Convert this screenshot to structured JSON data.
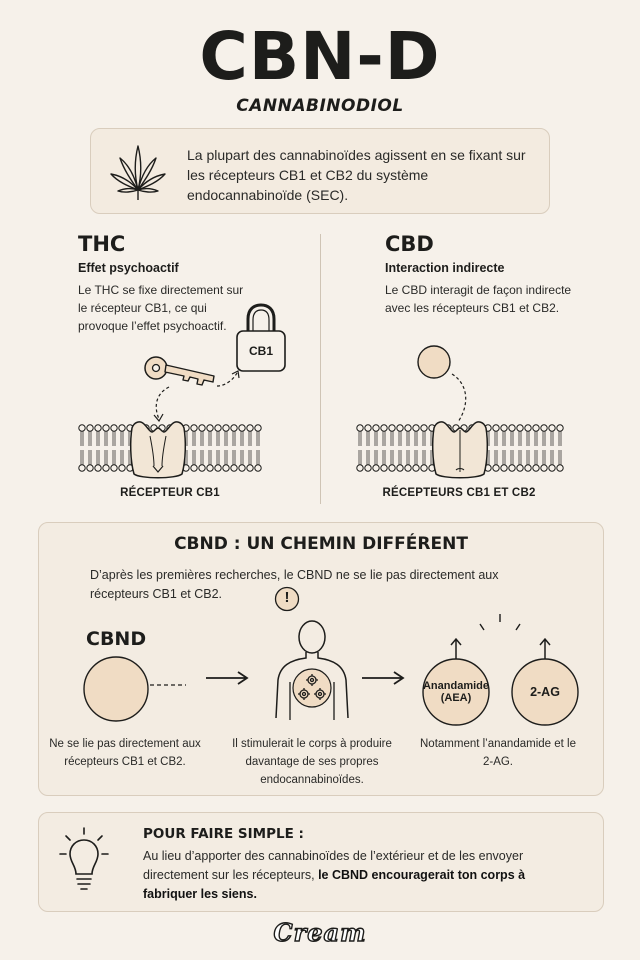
{
  "header": {
    "title": "CBN-D",
    "subtitle": "CANNABINODIOL"
  },
  "intro": {
    "icon": "cannabis-leaf-icon",
    "text": "La plupart des cannabinoïdes agissent en se fixant sur les récepteurs CB1 et CB2 du système endocannabinoïde (SEC)."
  },
  "thc": {
    "title": "THC",
    "subtitle": "Effet psychoactif",
    "text": "Le THC se fixe directement sur le récepteur CB1, ce qui provoque l’effet psychoactif.",
    "lock_label": "CB1",
    "caption": "RÉCEPTEUR CB1"
  },
  "cbd": {
    "title": "CBD",
    "subtitle": "Interaction indirecte",
    "text": "Le CBD interagit de façon indirecte avec les récepteurs CB1 et CB2.",
    "caption": "RÉCEPTEURS CB1 ET CB2"
  },
  "cbnd_section": {
    "heading": "CBND : UN CHEMIN DIFFÉRENT",
    "intro": "D’après les premières recherches, le CBND ne se lie pas directement aux récepteurs CB1 et CB2.",
    "alert_symbol": "!",
    "molecule_label": "CBND",
    "step1_caption": "Ne se lie pas directement aux récepteurs CB1 et CB2.",
    "step2_caption": "Il stimulerait le corps à produire davantage de ses propres endocannabinoïdes.",
    "endo1_label": "Anandamide (AEA)",
    "endo2_label": "2-AG",
    "step3_caption": "Notamment l’anandamide et le 2-AG."
  },
  "simple": {
    "heading": "POUR FAIRE SIMPLE :",
    "text_plain": "Au lieu d’apporter des cannabinoïdes de l’extérieur et de les envoyer directement sur les récepteurs, ",
    "text_bold": "le CBND encouragerait ton corps à fabriquer les siens."
  },
  "footer": {
    "logo": "Cream"
  },
  "colors": {
    "background": "#f6f1ea",
    "panel": "#f3ece2",
    "border": "#d9cdbd",
    "beige_fill": "#f0dcc4",
    "ink": "#1d1d1b"
  }
}
